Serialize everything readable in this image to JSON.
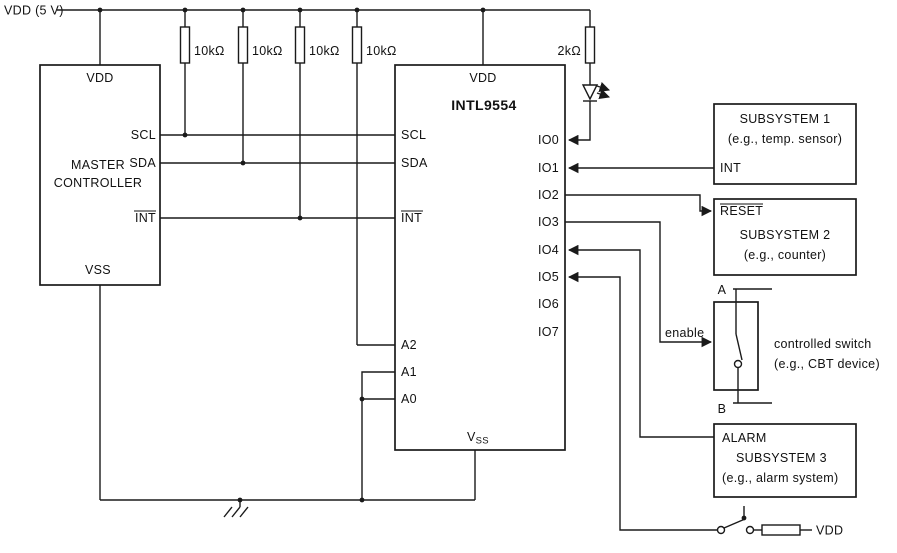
{
  "power": {
    "rail_label": "VDD (5 V)"
  },
  "resistors": {
    "r1": "10kΩ",
    "r2": "10kΩ",
    "r3": "10kΩ",
    "r4": "10kΩ",
    "r5": "2kΩ"
  },
  "master": {
    "title1": "MASTER",
    "title2": "CONTROLLER",
    "pins": {
      "vdd": "VDD",
      "scl": "SCL",
      "sda": "SDA",
      "int": "INT",
      "vss": "VSS"
    }
  },
  "expander": {
    "title": "INTL9554",
    "pins": {
      "vdd": "VDD",
      "scl": "SCL",
      "sda": "SDA",
      "int": "INT",
      "vss_v": "V",
      "vss_ss": "SS"
    },
    "io": [
      "IO0",
      "IO1",
      "IO2",
      "IO3",
      "IO4",
      "IO5",
      "IO6",
      "IO7"
    ],
    "addr": [
      "A2",
      "A1",
      "A0"
    ]
  },
  "subsystem1": {
    "line1": "SUBSYSTEM 1",
    "line2": "(e.g., temp. sensor)",
    "int_label": "INT"
  },
  "subsystem2": {
    "reset_label": "RESET",
    "line1": "SUBSYSTEM 2",
    "line2": "(e.g., counter)"
  },
  "switch": {
    "terminal_a": "A",
    "terminal_b": "B",
    "enable_label": "enable",
    "caption1": "controlled switch",
    "caption2": "(e.g., CBT device)"
  },
  "subsystem3": {
    "line1": "ALARM",
    "line2": "SUBSYSTEM 3",
    "line3": "(e.g., alarm system)"
  },
  "bottom_pull": {
    "vdd_label": "VDD"
  }
}
